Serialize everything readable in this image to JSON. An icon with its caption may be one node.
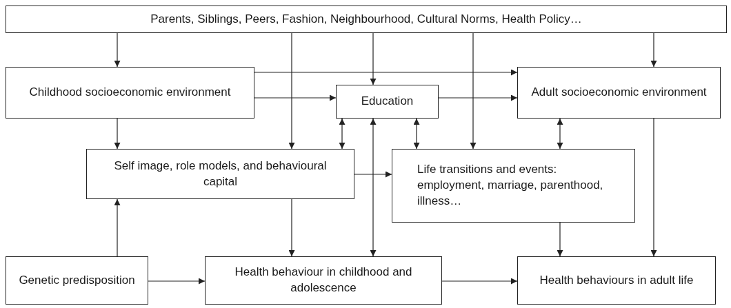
{
  "diagram": {
    "nodes": [
      {
        "text": [
          "Parents, Siblings, Peers, Fashion, Neighbourhood, Cultural Norms, Health Policy…"
        ]
      },
      {
        "text": [
          "Childhood socioeconomic environment"
        ]
      },
      {
        "text": [
          "Education"
        ]
      },
      {
        "text": [
          "Adult socioeconomic environment"
        ]
      },
      {
        "text": [
          "Self image, role models, and behavioural capital"
        ]
      },
      {
        "text": [
          "Life transitions and events: employment, marriage, parenthood, illness…"
        ]
      },
      {
        "text": [
          "Genetic predisposition"
        ]
      },
      {
        "text": [
          "Health behaviour in childhood and adolescence"
        ]
      },
      {
        "text": [
          "Health behaviours in adult life"
        ]
      }
    ],
    "edges": [
      {
        "from": 0,
        "to": 1,
        "arrow": "to"
      },
      {
        "from": 0,
        "to": 4,
        "arrow": "to"
      },
      {
        "from": 0,
        "to": 2,
        "arrow": "to"
      },
      {
        "from": 0,
        "to": 5,
        "arrow": "to"
      },
      {
        "from": 0,
        "to": 3,
        "arrow": "to"
      },
      {
        "from": 1,
        "to": 3,
        "arrow": "to"
      },
      {
        "from": 1,
        "to": 2,
        "arrow": "to"
      },
      {
        "from": 2,
        "to": 3,
        "arrow": "to"
      },
      {
        "from": 1,
        "to": 4,
        "arrow": "to"
      },
      {
        "from": 4,
        "to": 2,
        "arrow": "both"
      },
      {
        "from": 2,
        "to": 5,
        "arrow": "both"
      },
      {
        "from": 3,
        "to": 5,
        "arrow": "both"
      },
      {
        "from": 4,
        "to": 5,
        "arrow": "to"
      },
      {
        "from": 2,
        "to": 7,
        "arrow": "both"
      },
      {
        "from": 4,
        "to": 7,
        "arrow": "to"
      },
      {
        "from": 6,
        "to": 4,
        "arrow": "to"
      },
      {
        "from": 6,
        "to": 7,
        "arrow": "to"
      },
      {
        "from": 7,
        "to": 8,
        "arrow": "to"
      },
      {
        "from": 5,
        "to": 8,
        "arrow": "to"
      },
      {
        "from": 3,
        "to": 8,
        "arrow": "to"
      }
    ]
  }
}
